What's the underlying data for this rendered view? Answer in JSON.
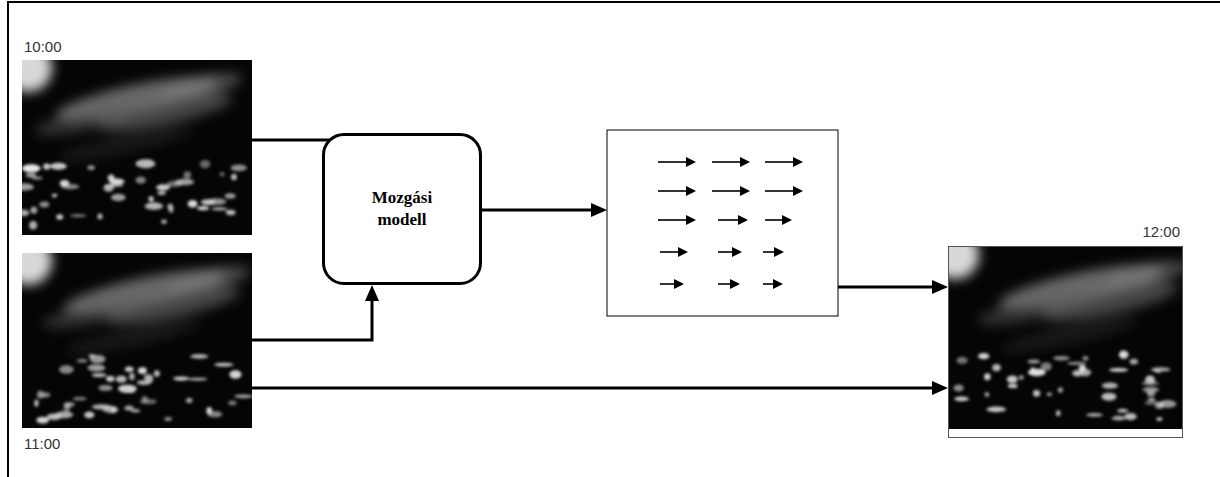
{
  "diagram": {
    "nodes": [
      {
        "text": [
          "10:00"
        ]
      },
      {
        "text": [
          "11:00"
        ]
      },
      {
        "text": [
          "Mozgási modell"
        ]
      },
      {
        "text": [
          "12:00"
        ]
      }
    ],
    "edges": [
      {
        "from": 0,
        "to": 2,
        "arrow": "to"
      },
      {
        "from": 1,
        "to": 2,
        "arrow": "to"
      },
      {
        "from": 1,
        "to": 3,
        "arrow": "to"
      }
    ]
  }
}
